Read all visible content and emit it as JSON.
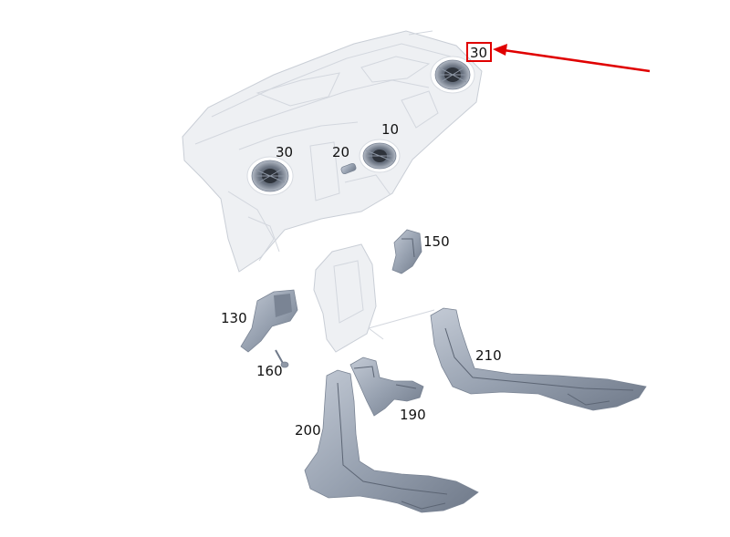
{
  "callouts": {
    "vent_right": "30",
    "vent_left": "30",
    "vent_center": "10",
    "clip": "20",
    "duct_upper_right": "150",
    "duct_upper_left": "130",
    "screw": "160",
    "duct_floor_right": "210",
    "duct_center": "190",
    "duct_floor_left": "200"
  },
  "colors": {
    "highlight": "#e00000",
    "part_fill": "#98a2b1",
    "ghost_fill": "#eef0f3"
  }
}
